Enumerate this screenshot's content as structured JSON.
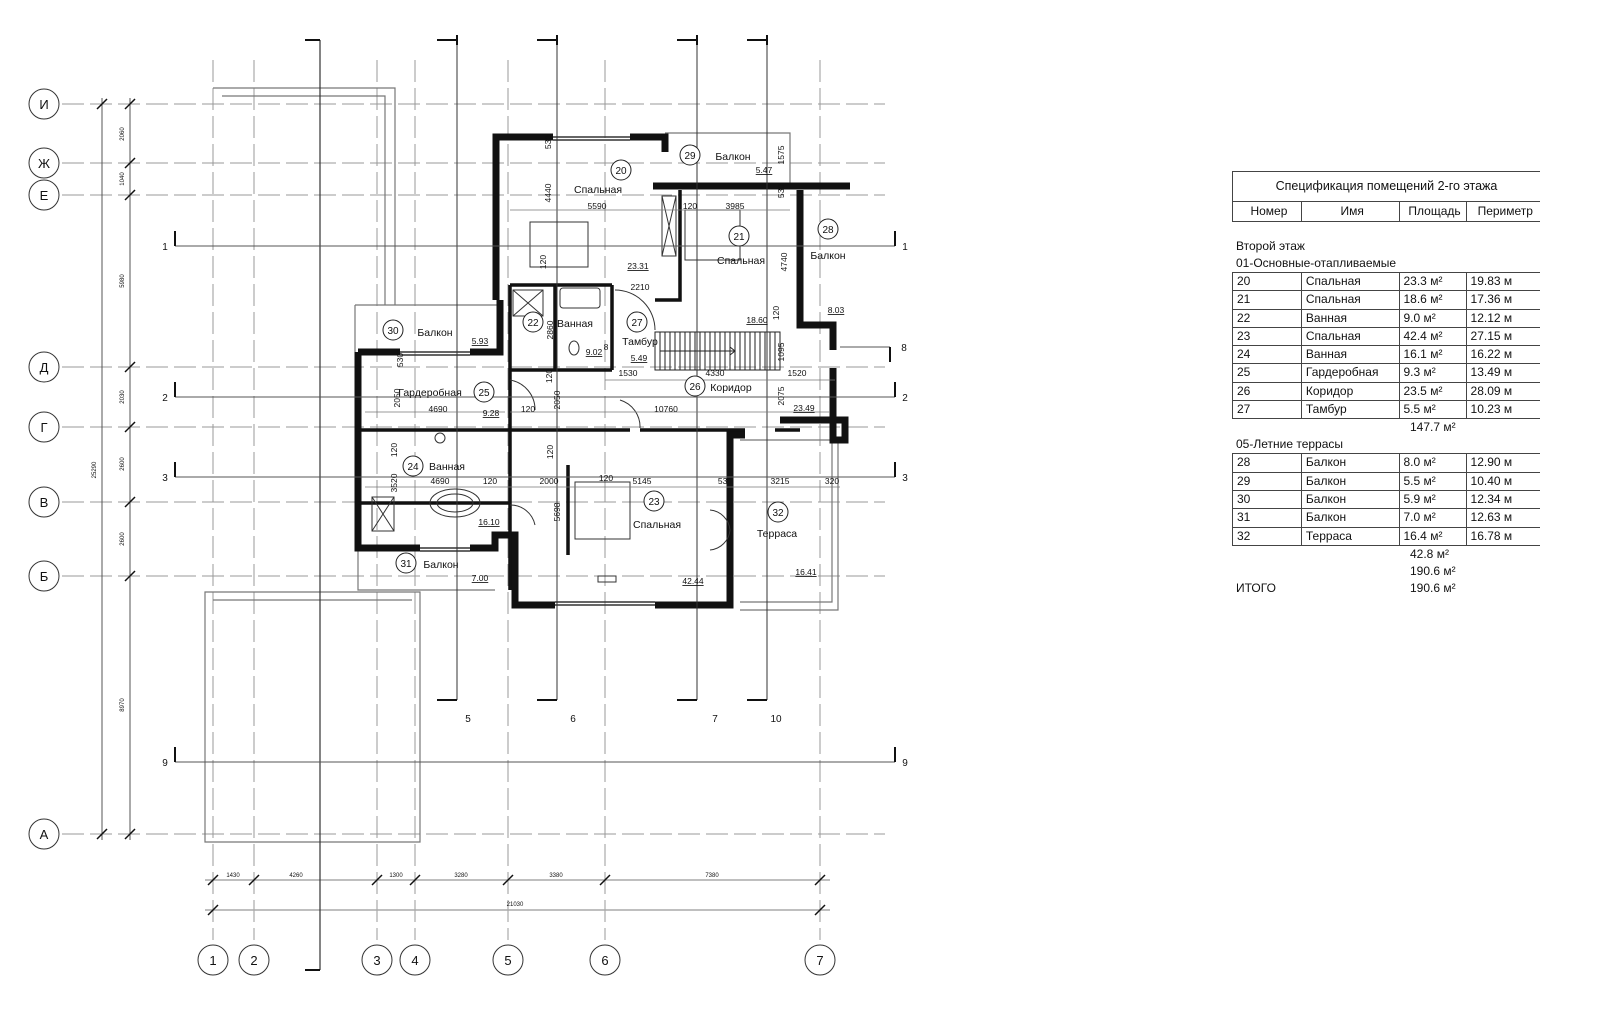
{
  "plan": {
    "grid_rows": [
      "И",
      "Ж",
      "Е",
      "Д",
      "Г",
      "В",
      "Б",
      "А"
    ],
    "grid_columns": [
      "1",
      "2",
      "3",
      "4",
      "5",
      "6",
      "7"
    ],
    "section_marks": {
      "vertical": [
        "5",
        "6",
        "7",
        "10"
      ],
      "horizontal": [
        "1",
        "2",
        "3",
        "8",
        "9"
      ]
    },
    "rooms": [
      {
        "number": "20",
        "name": "Спальная",
        "area": "23.31"
      },
      {
        "number": "21",
        "name": "Спальная",
        "area": "18.60"
      },
      {
        "number": "22",
        "name": "Ванная",
        "area": "9.02"
      },
      {
        "number": "23",
        "name": "Спальная",
        "area": "42.44"
      },
      {
        "number": "24",
        "name": "Ванная",
        "area": "16.10"
      },
      {
        "number": "25",
        "name": "Гардеробная",
        "area": "9.28"
      },
      {
        "number": "26",
        "name": "Коридор",
        "area": "23.49"
      },
      {
        "number": "27",
        "name": "Тамбур",
        "area": "5.49"
      },
      {
        "number": "28",
        "name": "Балкон",
        "area": "8.03"
      },
      {
        "number": "29",
        "name": "Балкон",
        "area": "5.47"
      },
      {
        "number": "30",
        "name": "Балкон",
        "area": "5.93"
      },
      {
        "number": "31",
        "name": "Балкон",
        "area": "7.00"
      },
      {
        "number": "32",
        "name": "Терраса",
        "area": "16.41"
      }
    ],
    "dimensions": [
      "5590",
      "4440",
      "530",
      "120",
      "3985",
      "120",
      "2210",
      "4740",
      "1575",
      "530",
      "120",
      "2860",
      "8",
      "1095",
      "1530",
      "4330",
      "1520",
      "530",
      "2050",
      "4690",
      "120",
      "120",
      "2050",
      "10760",
      "2075",
      "120",
      "120",
      "3520",
      "4690",
      "120",
      "2000",
      "120",
      "5145",
      "530",
      "3215",
      "320",
      "5698"
    ],
    "left_dimensions": [
      "2060",
      "1040",
      "5980",
      "2030",
      "2600",
      "2600",
      "8970"
    ],
    "left_overall": "25290",
    "bottom_dimensions": [
      "1430",
      "4260",
      "1300",
      "3280",
      "3380",
      "7380"
    ],
    "bottom_overall": "21030"
  },
  "spec": {
    "title": "Спецификация помещений 2-го этажа",
    "headers": [
      "Номер",
      "Имя",
      "Площадь",
      "Периметр"
    ],
    "floor": "Второй этаж",
    "groups": [
      {
        "name": "01-Основные-отапливаемые",
        "rows": [
          [
            "20",
            "Спальная",
            "23.3 м²",
            "19.83 м"
          ],
          [
            "21",
            "Спальная",
            "18.6 м²",
            "17.36 м"
          ],
          [
            "22",
            "Ванная",
            "9.0 м²",
            "12.12 м"
          ],
          [
            "23",
            "Спальная",
            "42.4 м²",
            "27.15 м"
          ],
          [
            "24",
            "Ванная",
            "16.1 м²",
            "16.22 м"
          ],
          [
            "25",
            "Гардеробная",
            "9.3 м²",
            "13.49 м"
          ],
          [
            "26",
            "Коридор",
            "23.5 м²",
            "28.09 м"
          ],
          [
            "27",
            "Тамбур",
            "5.5 м²",
            "10.23 м"
          ]
        ],
        "subtotal": "147.7 м²"
      },
      {
        "name": "05-Летние террасы",
        "rows": [
          [
            "28",
            "Балкон",
            "8.0 м²",
            "12.90 м"
          ],
          [
            "29",
            "Балкон",
            "5.5 м²",
            "10.40 м"
          ],
          [
            "30",
            "Балкон",
            "5.9 м²",
            "12.34 м"
          ],
          [
            "31",
            "Балкон",
            "7.0 м²",
            "12.63 м"
          ],
          [
            "32",
            "Терраса",
            "16.4 м²",
            "16.78 м"
          ]
        ],
        "subtotal": "42.8 м²"
      }
    ],
    "floor_total": "190.6 м²",
    "grand_total_label": "ИТОГО",
    "grand_total": "190.6 м²"
  }
}
